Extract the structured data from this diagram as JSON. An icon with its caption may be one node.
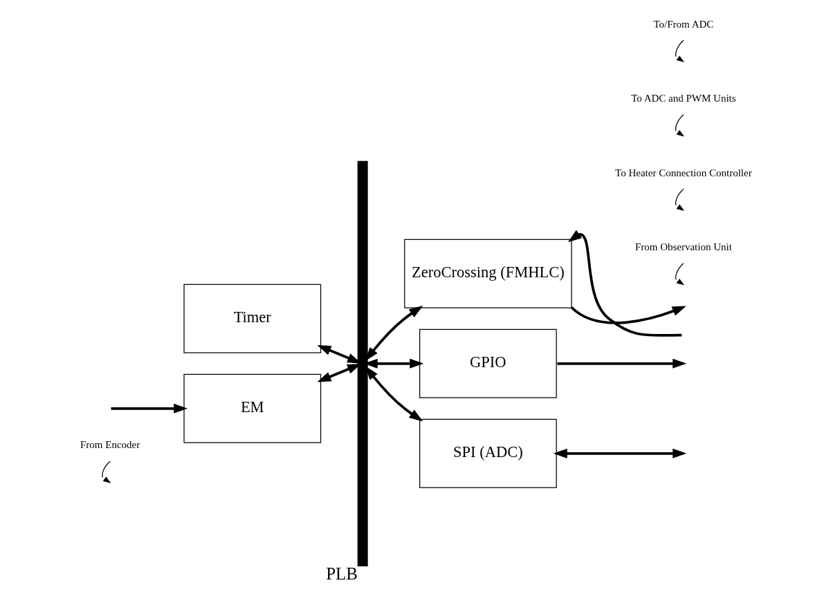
{
  "diagram": {
    "nodes": [
      {
        "text": [
          "From Encoder"
        ]
      },
      {
        "text": [
          "EM"
        ]
      },
      {
        "text": [
          "PLB"
        ]
      },
      {
        "text": [
          "From Observation Unit"
        ]
      },
      {
        "text": [
          "ZeroCrossing (FMHLC)"
        ]
      },
      {
        "text": [
          "To Heater Connection Controller"
        ]
      },
      {
        "text": [
          "GPIO"
        ]
      },
      {
        "text": [
          "To ADC and PWM Units"
        ]
      },
      {
        "text": [
          "Timer"
        ]
      },
      {
        "text": [
          "SPI (ADC)"
        ]
      },
      {
        "text": [
          "To/From ADC"
        ]
      }
    ],
    "edges": [
      {
        "from": null,
        "to": 1,
        "arrow": "to"
      },
      {
        "from": 1,
        "to": 2,
        "arrow": "both"
      },
      {
        "from": 2,
        "to": 4,
        "arrow": "both"
      },
      {
        "from": null,
        "to": 4,
        "arrow": "to"
      },
      {
        "from": 4,
        "to": null,
        "arrow": "to"
      },
      {
        "from": 2,
        "to": 6,
        "arrow": "both"
      },
      {
        "from": 6,
        "to": null,
        "arrow": "to"
      },
      {
        "from": 8,
        "to": 2,
        "arrow": "both"
      },
      {
        "from": 2,
        "to": 9,
        "arrow": "both"
      },
      {
        "from": 9,
        "to": null,
        "arrow": "both"
      },
      {
        "from": 0,
        "to": null,
        "arrow": "to"
      },
      {
        "from": 3,
        "to": null,
        "arrow": "to"
      },
      {
        "from": 5,
        "to": null,
        "arrow": "to"
      },
      {
        "from": 7,
        "to": null,
        "arrow": "to"
      },
      {
        "from": 10,
        "to": null,
        "arrow": "to"
      }
    ]
  }
}
